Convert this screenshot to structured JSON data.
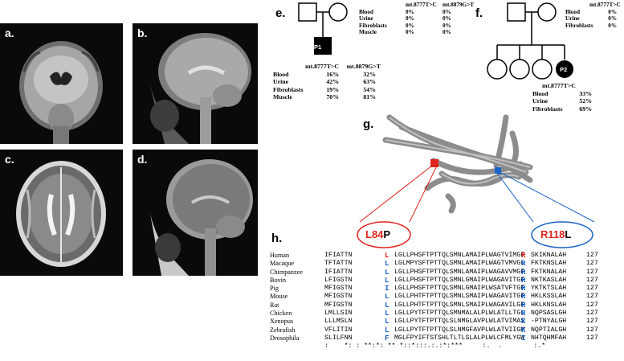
{
  "labels": {
    "a": "a.",
    "b": "b.",
    "c": "c.",
    "d": "d.",
    "e": "e.",
    "f": "f.",
    "g": "g.",
    "h": "h."
  },
  "pedigree_e": {
    "proband": "P1",
    "parent_table": {
      "headers": [
        "mt.8777T>C",
        "mt.8879G>T"
      ],
      "rows": [
        {
          "tissue": "Blood",
          "v1": "0%",
          "v2": "0%"
        },
        {
          "tissue": "Urine",
          "v1": "0%",
          "v2": "0%"
        },
        {
          "tissue": "Fibroblasts",
          "v1": "0%",
          "v2": "0%"
        },
        {
          "tissue": "Muscle",
          "v1": "0%",
          "v2": "0%"
        }
      ]
    },
    "proband_table": {
      "headers": [
        "mt.8777T>C",
        "mt.8879G>T"
      ],
      "rows": [
        {
          "tissue": "Blood",
          "v1": "16%",
          "v2": "32%"
        },
        {
          "tissue": "Urine",
          "v1": "42%",
          "v2": "63%"
        },
        {
          "tissue": "Fibroblasts",
          "v1": "19%",
          "v2": "54%"
        },
        {
          "tissue": "Muscle",
          "v1": "70%",
          "v2": "81%"
        }
      ]
    }
  },
  "pedigree_f": {
    "proband": "P2",
    "parent_table": {
      "header": "mt.8777T>C",
      "rows": [
        {
          "tissue": "Blood",
          "v1": "0%"
        },
        {
          "tissue": "Urine",
          "v1": "0%"
        },
        {
          "tissue": "Fibroblasts",
          "v1": "0%"
        }
      ]
    },
    "proband_table": {
      "header": "mt.8777T>C",
      "rows": [
        {
          "tissue": "Blood",
          "v1": "33%"
        },
        {
          "tissue": "Urine",
          "v1": "52%"
        },
        {
          "tissue": "Fibroblasts",
          "v1": "69%"
        }
      ]
    }
  },
  "mutations": [
    {
      "from": "L",
      "pos": "84",
      "to": "P",
      "color": "#e0231c"
    },
    {
      "from": "R",
      "pos": "118",
      "to": "L",
      "color": "#1a63c6"
    }
  ],
  "alignment": {
    "rows": [
      {
        "species": "Human",
        "pre": "IFIATTN",
        "m1": "L",
        "mid": "LGLLPHSFTPTTQLSMNLAMAIPLWAGTVIMGF",
        "m2": "R",
        "post": "SKIKNALAH",
        "num": "127"
      },
      {
        "species": "Macaque",
        "pre": "TFTATTN",
        "m1": "L",
        "mid": "LGLMPYSFTPTTQLSMNLAMAIPLWAGTVMVGL",
        "m2": "R",
        "post": "FKTKNSLAH",
        "num": "127"
      },
      {
        "species": "Chimpanzee",
        "pre": "IFIATTN",
        "m1": "L",
        "mid": "LGLLPHSFTPTTQLSMNLAMAIPLWAGAVVMGF",
        "m2": "R",
        "post": "FKTKNALAH",
        "num": "127"
      },
      {
        "species": "Bovin",
        "pre": "LFIGSTN",
        "m1": "L",
        "mid": "LGLLPHSFTPTTQLSMNLGMAIPLWAGAVITGF",
        "m2": "R",
        "post": "NKTKASLAH",
        "num": "127"
      },
      {
        "species": "Pig",
        "pre": "MFIGSTN",
        "m1": "I",
        "mid": "LGLLPHSFTPTTQLSMNLGMAIPLWSATVFTGF",
        "m2": "R",
        "post": "YKTKTSLAH",
        "num": "127"
      },
      {
        "species": "Mouse",
        "pre": "MFIGSTN",
        "m1": "L",
        "mid": "LGLLPHTFTPTTQLSMNLSMAIPLWAGAVITGF",
        "m2": "R",
        "post": "HKLKSSLAH",
        "num": "127"
      },
      {
        "species": "Rat",
        "pre": "MFIGSTN",
        "m1": "L",
        "mid": "LGLLPHTFTPTTQLSMNLSMAIPLWAGAVILGF",
        "m2": "R",
        "post": "HKLKNSLAH",
        "num": "127"
      },
      {
        "species": "Chicken",
        "pre": "LMLLSIN",
        "m1": "L",
        "mid": "LGLLPYTFTPTTQLSMNMALALPLWLATLLTGL",
        "m2": "R",
        "post": "NQPSASLGH",
        "num": "127"
      },
      {
        "species": "Xenopus",
        "pre": "LLLMSLN",
        "m1": "L",
        "mid": "LGLLPYTFTPTTQLSLNMGLAVPLWLATVIMAS",
        "m2": "K",
        "post": "-PTNYALGH",
        "num": "127"
      },
      {
        "species": "Zebrafish",
        "pre": "VFLITIN",
        "m1": "L",
        "mid": "LGLLPYTFTPTTQLSLNMGFAVPLWLATVIIGM",
        "m2": "K",
        "post": "NQPTIALGH",
        "num": "127"
      },
      {
        "species": "Drosophila",
        "pre": "SLILFNN",
        "m1": "F",
        "mid": "MGLFPYIFTSTSHLTLTLSLALPLWLCFMLYGW",
        "m2": "I",
        "post": "NHTQHMFAH",
        "num": "127"
      }
    ],
    "consensus": ":    *: : **:*: ** *::*:::.:.:*:***     :.  .        :.*"
  }
}
